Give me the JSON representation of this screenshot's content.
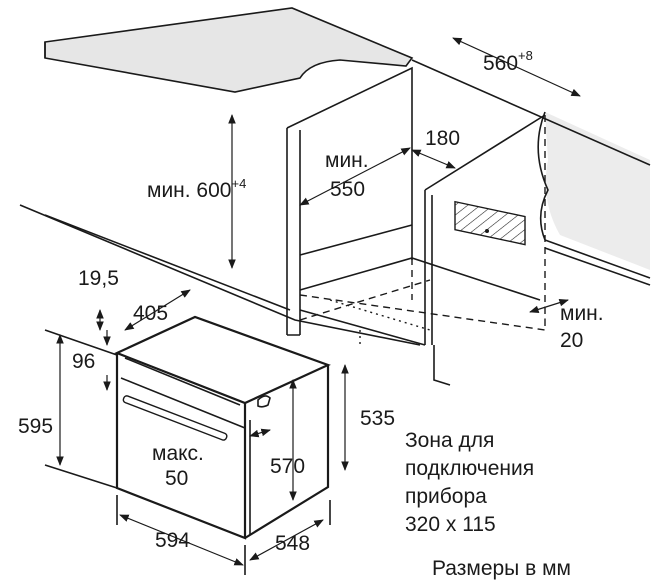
{
  "labels": {
    "min_600": "мин. 600",
    "min_600_sup": "+4",
    "min_550_a": "мин.",
    "min_550_b": "550",
    "d180": "180",
    "d560": "560",
    "d560_sup": "+8",
    "min_20_a": "мин.",
    "min_20_b": "20",
    "d19_5": "19,5",
    "d405": "405",
    "d96": "96",
    "d595": "595",
    "d535": "535",
    "d570": "570",
    "max_50_a": "макс.",
    "max_50_b": "50",
    "d594": "594",
    "d548": "548",
    "zone_1": "Зона для",
    "zone_2": "подключения",
    "zone_3": "прибора",
    "zone_4": "320 x 115",
    "units": "Размеры в мм"
  },
  "colors": {
    "line": "#1a1a1a",
    "surface": "#e6e6e6"
  }
}
